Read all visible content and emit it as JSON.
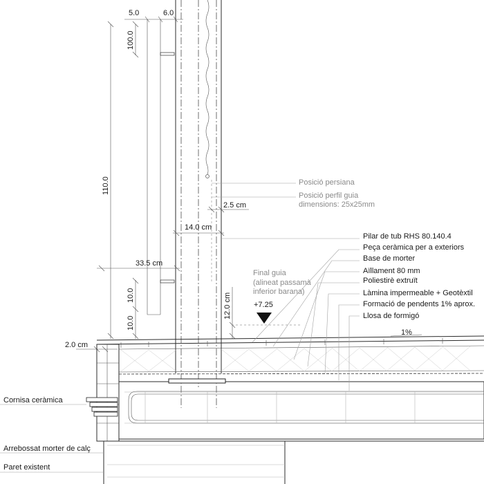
{
  "labels": {
    "pilar": "Pilar de tub RHS 80.140.4",
    "peca": "Peça ceràmica per a exteriors",
    "base": "Base de morter",
    "aillament": "Aïllament 80 mm",
    "poliestire": "Poliestirè extruït",
    "lamina": "Làmina impermeable + Geotèxtil",
    "formacio": "Formació de pendents 1% aprox.",
    "llosa": "Llosa de formigó",
    "posicio_persiana": "Posició persiana",
    "posicio_perfil_1": "Posició perfil guia",
    "posicio_perfil_2": "dimensions: 25x25mm",
    "final_guia_1": "Final guia",
    "final_guia_2": "(alineat passamà",
    "final_guia_3": "inferior barana)",
    "cornisa": "Cornisa ceràmica",
    "arrebossat": "Arrebossat morter de calç",
    "paret": "Paret existent"
  },
  "dimensions": {
    "d5": "5.0",
    "d6": "6.0",
    "d100": "100.0",
    "d110": "110.0",
    "d10a": "10.0",
    "d10b": "10.0",
    "d25": "2.5 cm",
    "d14": "14.0 cm",
    "d335": "33.5 cm",
    "d12": "12.0 cm",
    "d2": "2.0 cm",
    "level": "+7.25",
    "slope": "1%"
  }
}
